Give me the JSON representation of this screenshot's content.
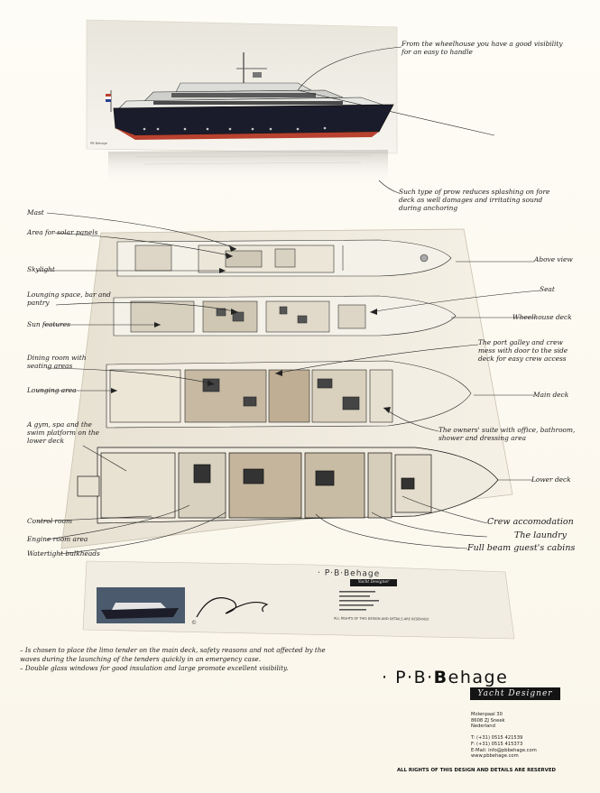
{
  "annotations": {
    "wheelhouse_visibility": "From the wheelhouse you have a good visibility for an easy to handle",
    "prow": "Such type of prow reduces splashing on fore deck as well damages and irritating sound during anchoring",
    "mast": "Mast",
    "solar": "Area for solar panels",
    "skylight": "Skylight",
    "lounging_bar": "Lounging space, bar and pantry",
    "sun": "Sun features",
    "dining": "Dining room with seating areas",
    "lounging_area": "Lounging area",
    "gym": "A gym, spa and the swim platform on the lower deck",
    "control": "Control room",
    "engine": "Engine room area",
    "bulkheads": "Watertight bulkheads",
    "above_view": "Above view",
    "seat": "Seat",
    "wheelhouse_deck": "Wheelhouse deck",
    "galley": "The port galley and crew mess with door to the side deck for easy crew access",
    "main_deck": "Main deck",
    "owners_suite": "The owners' suite with office, bathroom, shower and dressing area",
    "lower_deck": "Lower deck",
    "crew": "Crew accomodation",
    "laundry": "The laundry",
    "guest_cabins": "Full beam guest's cabins"
  },
  "notes": [
    "– Is chosen to place the limo tender on the main deck, safety reasons and not affected by the waves during the launching of the tenders quickly in an emergency case.",
    "– Double glass windows for good insulation and large promote excellent visibility."
  ],
  "brand": {
    "logo_prefix": "· P·B·",
    "logo_bold": "B",
    "logo_suffix": "ehage",
    "tagline": "Yacht Designer"
  },
  "address": [
    "Molenpaal 30",
    "8608 ZJ Sneek",
    "Nederland",
    "",
    "T: (+31) 0515 421539",
    "F: (+31) 0515 415373",
    "E-Mail: info@pbbehage.com",
    "www.pbbehage.com"
  ],
  "rights": "ALL RIGHTS OF THIS DESIGN AND DETAILS ARE RESERVED",
  "mini_sheet": {
    "logo": "· P·B·Behage",
    "tagline": "Yacht Designer",
    "rights": "ALL RIGHTS OF THIS DESIGN AND DETAILS ARE RESERVED"
  }
}
